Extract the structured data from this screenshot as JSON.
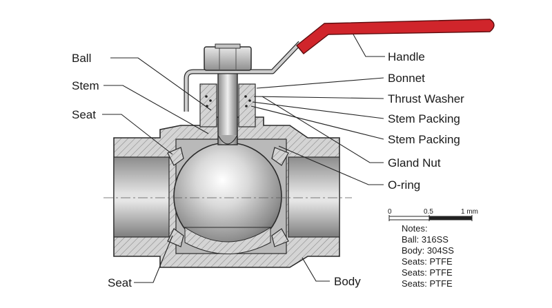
{
  "labels": {
    "ball": "Ball",
    "stem": "Stem",
    "seat_upper": "Seat",
    "seat_lower": "Seat",
    "handle": "Handle",
    "bonnet": "Bonnet",
    "thrust_washer": "Thrust Washer",
    "stem_packing_1": "Stem Packing",
    "stem_packing_2": "Stem Packing",
    "gland_nut": "Gland Nut",
    "o_ring": "O-ring",
    "body": "Body"
  },
  "scale_bar": {
    "tick_start": "0",
    "tick_mid": "0.5",
    "tick_end": "1 mm"
  },
  "notes": {
    "title": "Notes:",
    "lines": [
      "Ball: 316SS",
      "Body: 304SS",
      "Seats: PTFE",
      "Seats: PTFE",
      "Seats: PTFE"
    ]
  },
  "colors": {
    "handle": "#d0252b",
    "steel": "#c9c9c9",
    "hatch": "#9a9a9a",
    "outline": "#2a2a2a"
  }
}
